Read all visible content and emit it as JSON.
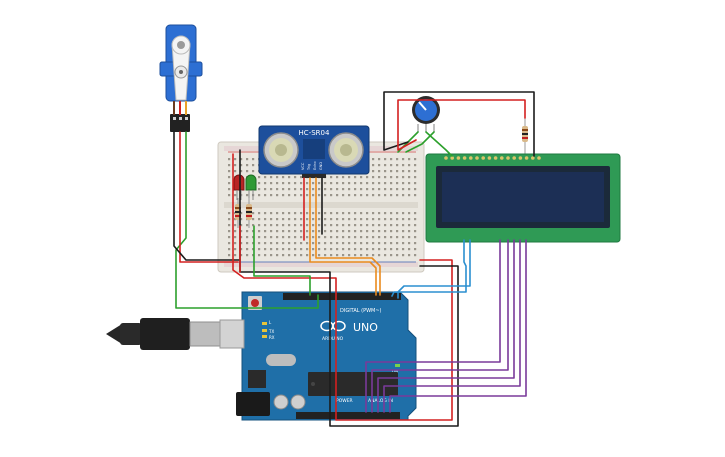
{
  "sensor": {
    "model": "HC-SR04",
    "pins": [
      "VCC",
      "Trig",
      "Echo",
      "GND"
    ]
  },
  "arduino": {
    "brand": "ARDUINO",
    "model": "UNO",
    "digital_label": "DIGITAL (PWM~)",
    "power_label": "POWER",
    "analog_label": "ANALOG IN",
    "tx_label": "TX",
    "rx_label": "RX",
    "l_label": "L",
    "on_label": "ON"
  },
  "colors": {
    "breadboard": "#eae7e0",
    "arduino_board": "#1f6fa8",
    "lcd_board": "#2f9a55",
    "lcd_screen": "#1c2f55",
    "servo": "#2d6fd3",
    "sensor_board": "#1d4f9c",
    "wire_red": "#d42020",
    "wire_black": "#1b1b1b",
    "wire_green": "#2ca02c",
    "wire_orange": "#e98b1e",
    "wire_blue": "#2b8fd0",
    "wire_purple": "#7a3a9a"
  }
}
